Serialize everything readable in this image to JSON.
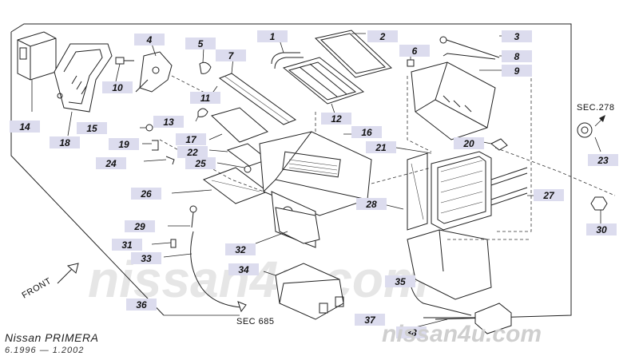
{
  "callouts": [
    {
      "id": "c1",
      "label": "1"
    },
    {
      "id": "c2",
      "label": "2"
    },
    {
      "id": "c3",
      "label": "3"
    },
    {
      "id": "c4",
      "label": "4"
    },
    {
      "id": "c5",
      "label": "5"
    },
    {
      "id": "c6",
      "label": "6"
    },
    {
      "id": "c7",
      "label": "7"
    },
    {
      "id": "c8",
      "label": "8"
    },
    {
      "id": "c9",
      "label": "9"
    },
    {
      "id": "c10",
      "label": "10"
    },
    {
      "id": "c11",
      "label": "11"
    },
    {
      "id": "c12",
      "label": "12"
    },
    {
      "id": "c13",
      "label": "13"
    },
    {
      "id": "c14",
      "label": "14"
    },
    {
      "id": "c15",
      "label": "15"
    },
    {
      "id": "c16",
      "label": "16"
    },
    {
      "id": "c17",
      "label": "17"
    },
    {
      "id": "c18",
      "label": "18"
    },
    {
      "id": "c19",
      "label": "19"
    },
    {
      "id": "c20",
      "label": "20"
    },
    {
      "id": "c21",
      "label": "21"
    },
    {
      "id": "c22",
      "label": "22"
    },
    {
      "id": "c23",
      "label": "23"
    },
    {
      "id": "c24",
      "label": "24"
    },
    {
      "id": "c25",
      "label": "25"
    },
    {
      "id": "c26",
      "label": "26"
    },
    {
      "id": "c27",
      "label": "27"
    },
    {
      "id": "c28",
      "label": "28"
    },
    {
      "id": "c29",
      "label": "29"
    },
    {
      "id": "c30",
      "label": "30"
    },
    {
      "id": "c31",
      "label": "31"
    },
    {
      "id": "c32",
      "label": "32"
    },
    {
      "id": "c33",
      "label": "33"
    },
    {
      "id": "c34",
      "label": "34"
    },
    {
      "id": "c35",
      "label": "35"
    },
    {
      "id": "c36",
      "label": "36"
    },
    {
      "id": "c37",
      "label": "37"
    },
    {
      "id": "c38",
      "label": "38"
    }
  ],
  "section_refs": {
    "sec_278": "SEC.278",
    "sec_685": "SEC 685"
  },
  "direction_label": "FRONT",
  "model": {
    "name": "Nissan PRIMERA",
    "dates": "6.1996 — 1.2002"
  },
  "watermark": {
    "center": "nissan4u.com",
    "corner": "nissan4u.com"
  },
  "colors": {
    "callout_box": "#dcdcee",
    "line": "#222222",
    "watermark": "#e6e6e6"
  }
}
